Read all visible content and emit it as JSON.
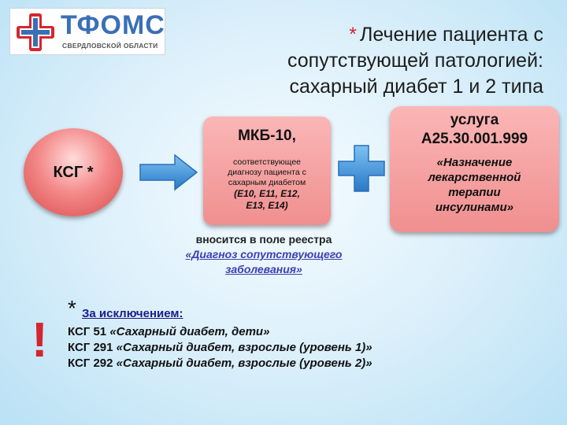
{
  "logo": {
    "name": "ТФОМС",
    "subtitle": "СВЕРДЛОВСКОЙ ОБЛАСТИ",
    "colors": {
      "red": "#d5252f",
      "blue": "#3a6fb5"
    }
  },
  "title": {
    "star": "*",
    "lines": [
      "Лечение пациента с",
      "сопутствующей патологией:",
      "сахарный диабет 1 и 2 типа"
    ]
  },
  "ksg": {
    "label": "КСГ *"
  },
  "mkb": {
    "title": "МКБ-10,",
    "desc_lines": [
      "соответствующее",
      "диагнозу пациента с",
      "сахарным диабетом"
    ],
    "codes_lines": [
      "(Е10, Е11, Е12,",
      "Е13, Е14)"
    ]
  },
  "service": {
    "title_lines": [
      "услуга",
      "А25.30.001.999"
    ],
    "desc_lines": [
      "«Назначение",
      "лекарственной",
      "терапии",
      "инсулинами»"
    ]
  },
  "note": {
    "line1": "вносится в поле реестра",
    "line2": "«Диагноз сопутствующего",
    "line3": "заболевания»"
  },
  "exceptions": {
    "star": "*",
    "title": "За исключением:",
    "bang": "!",
    "items": [
      {
        "code": "КСГ 51",
        "name": "«Сахарный диабет, дети»"
      },
      {
        "code": "КСГ 291",
        "name": "«Сахарный диабет, взрослые (уровень 1)»"
      },
      {
        "code": "КСГ 292",
        "name": "«Сахарный диабет, взрослые (уровень 2)»"
      }
    ]
  },
  "colors": {
    "box_fill": "#f08f8f",
    "arrow": "#3a8fd8",
    "plus": "#3a8fd8",
    "accent_red": "#d5252f",
    "link_blue": "#3c3fb0"
  },
  "icons": {
    "arrow": "right-arrow-icon",
    "plus": "plus-icon",
    "logo_mark": "medical-cross-icon"
  }
}
